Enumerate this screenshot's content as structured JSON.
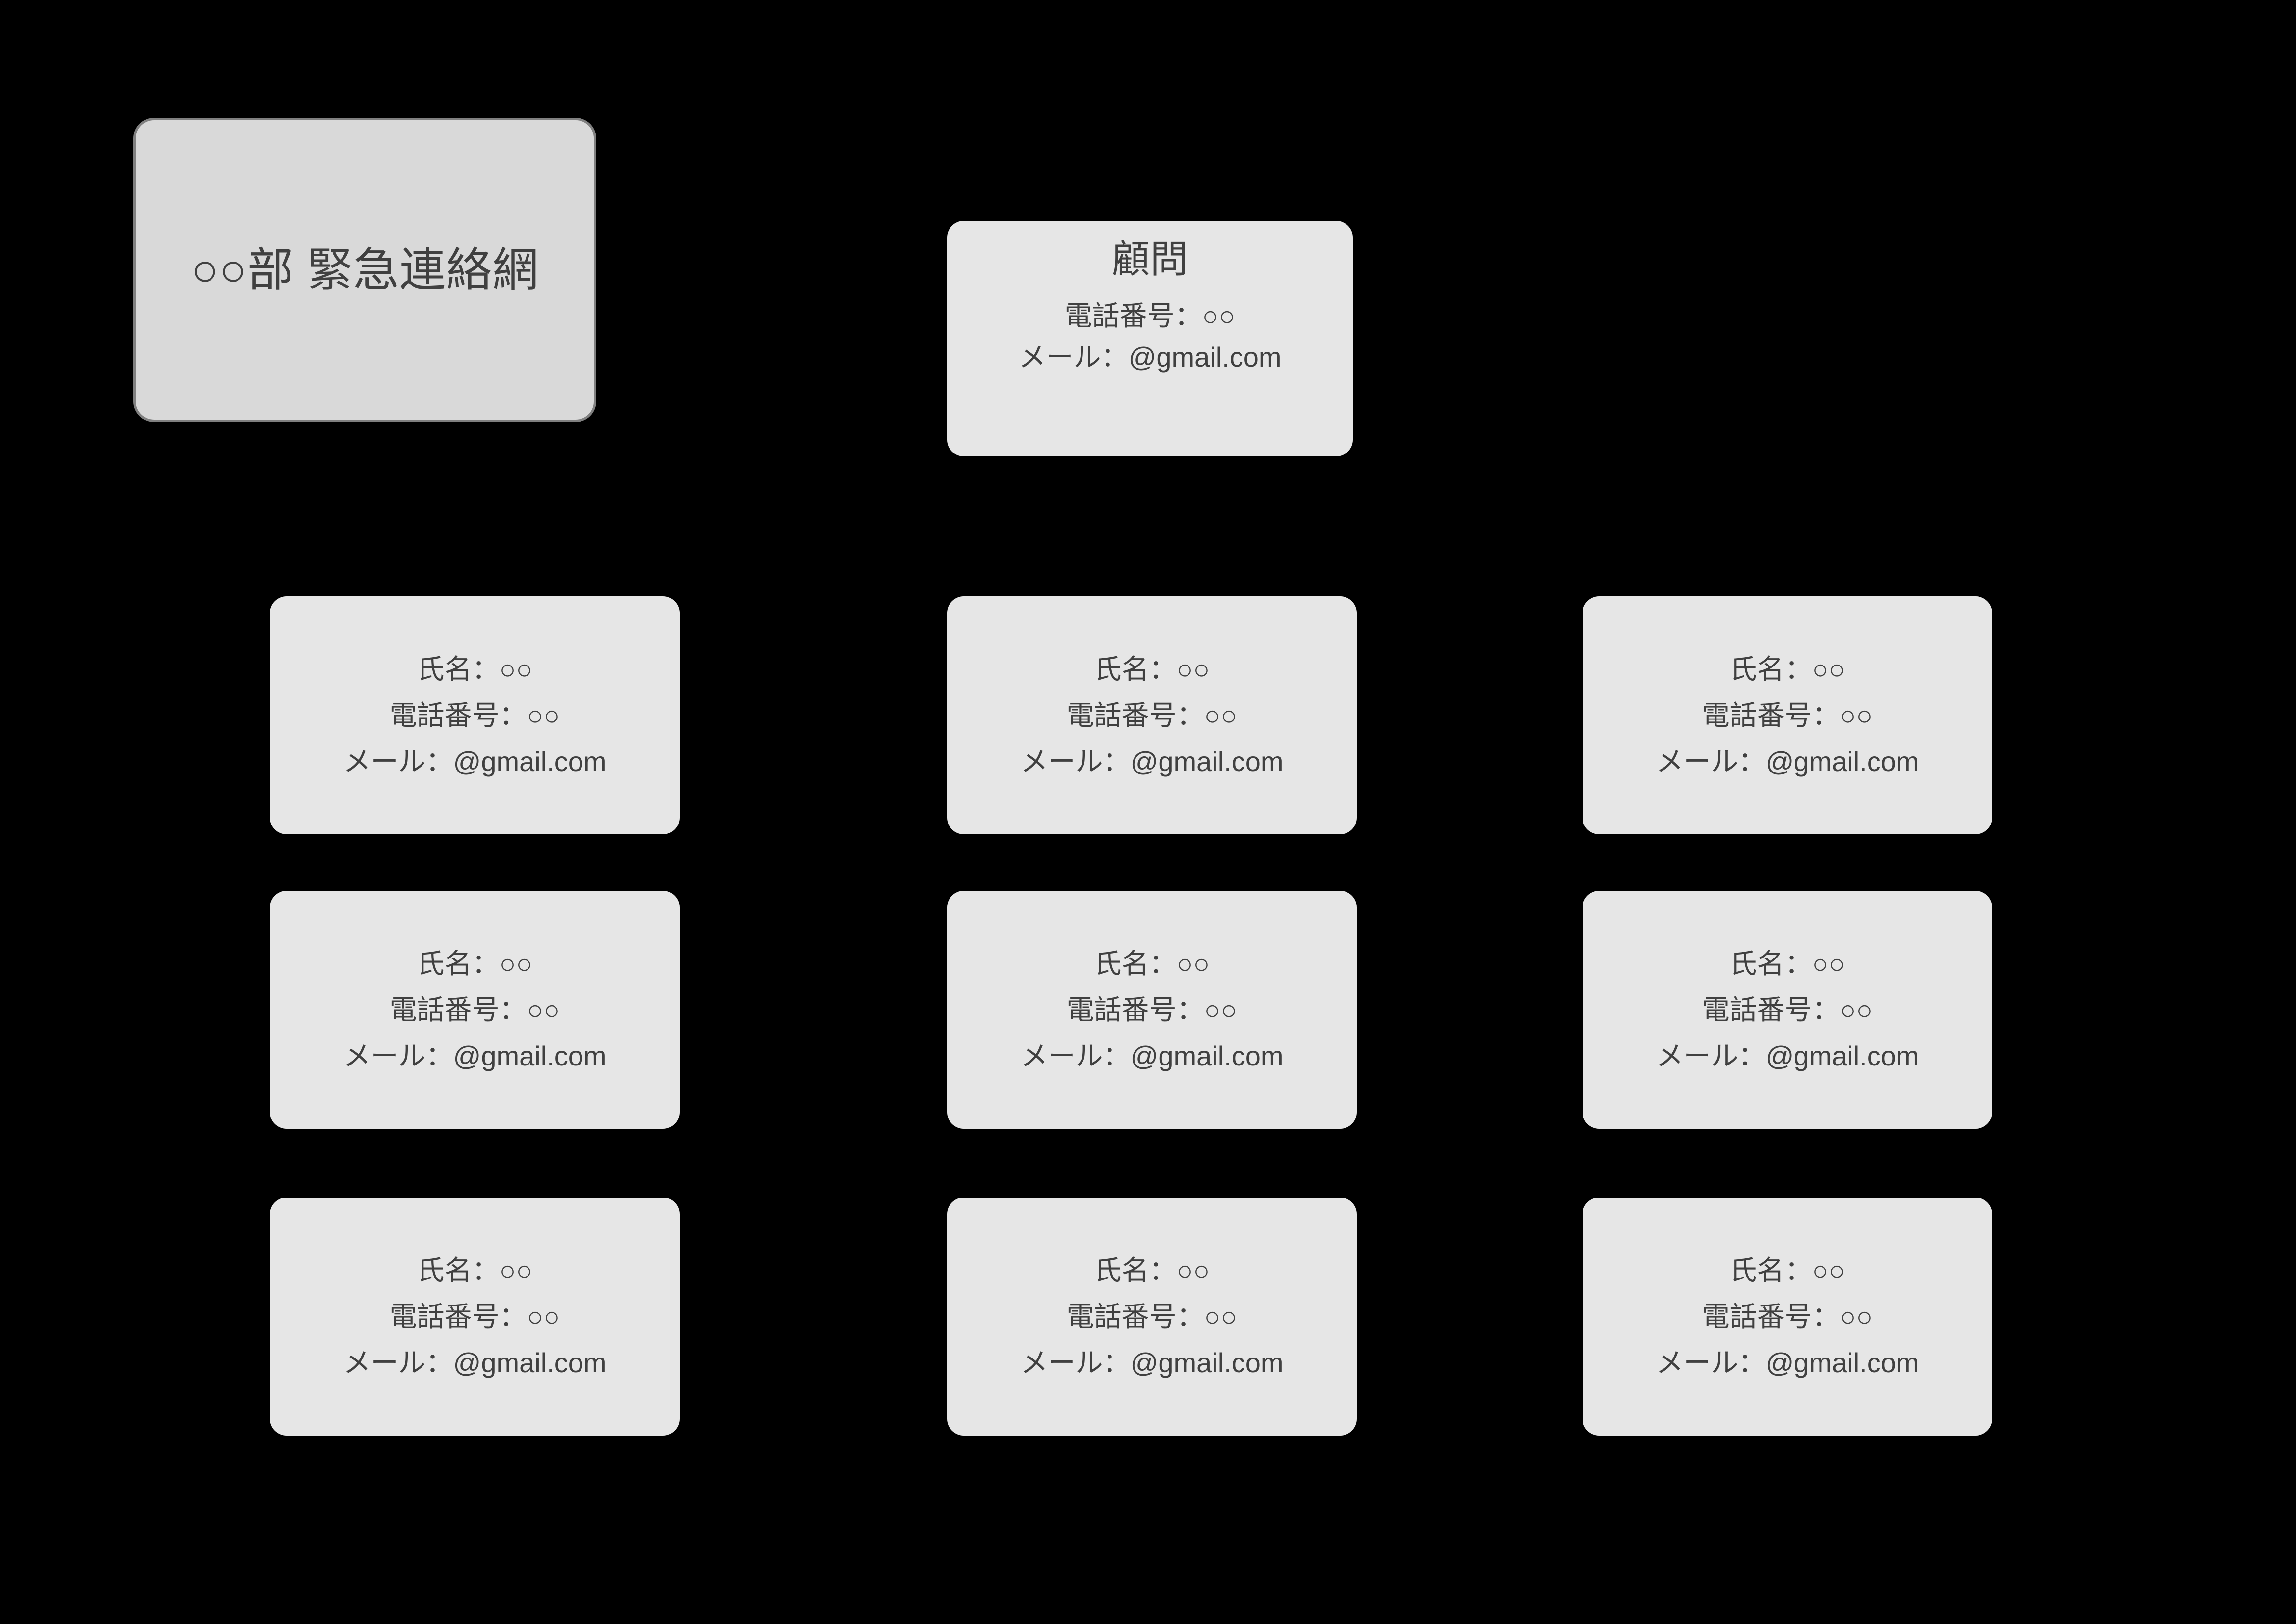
{
  "page": {
    "background_color": "#000000",
    "card_fill": "#e6e6e6",
    "title_fill": "#d9d9d9",
    "title_border_color": "#808080",
    "text_color": "#404040"
  },
  "title_box": {
    "text": "○○部 緊急連絡網"
  },
  "advisor": {
    "role": "顧問",
    "phone": "電話番号：○○",
    "email": "メール：@gmail.com"
  },
  "labels": {
    "name": "氏名：○○",
    "phone": "電話番号：○○",
    "email": "メール：@gmail.com"
  },
  "members": [
    {
      "name": "氏名：○○",
      "phone": "電話番号：○○",
      "email": "メール：@gmail.com"
    },
    {
      "name": "氏名：○○",
      "phone": "電話番号：○○",
      "email": "メール：@gmail.com"
    },
    {
      "name": "氏名：○○",
      "phone": "電話番号：○○",
      "email": "メール：@gmail.com"
    },
    {
      "name": "氏名：○○",
      "phone": "電話番号：○○",
      "email": "メール：@gmail.com"
    },
    {
      "name": "氏名：○○",
      "phone": "電話番号：○○",
      "email": "メール：@gmail.com"
    },
    {
      "name": "氏名：○○",
      "phone": "電話番号：○○",
      "email": "メール：@gmail.com"
    },
    {
      "name": "氏名：○○",
      "phone": "電話番号：○○",
      "email": "メール：@gmail.com"
    },
    {
      "name": "氏名：○○",
      "phone": "電話番号：○○",
      "email": "メール：@gmail.com"
    },
    {
      "name": "氏名：○○",
      "phone": "電話番号：○○",
      "email": "メール：@gmail.com"
    }
  ]
}
